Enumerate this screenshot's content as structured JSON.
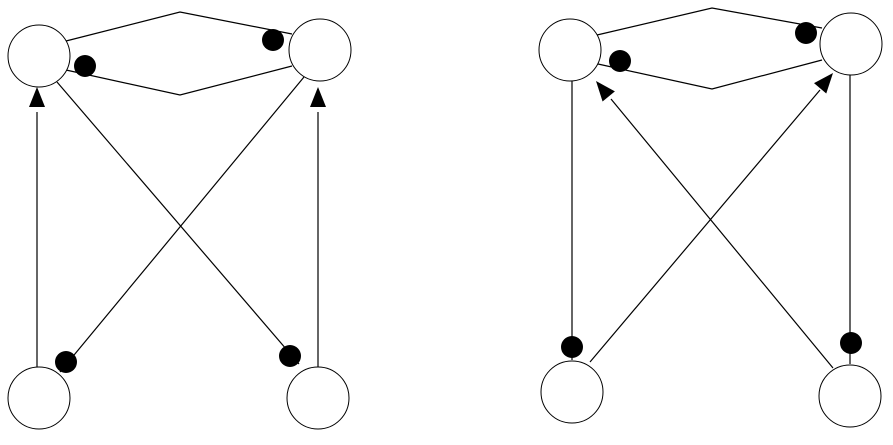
{
  "diagrams": [
    {
      "id": "left-network",
      "nodes": [
        {
          "id": "top-left"
        },
        {
          "id": "top-right"
        },
        {
          "id": "bottom-left"
        },
        {
          "id": "bottom-right"
        }
      ],
      "edges": [
        {
          "id": "upper-arc",
          "from": "top-left",
          "to": "top-right",
          "terminal": "dot"
        },
        {
          "id": "lower-arc",
          "from": "top-right",
          "to": "top-left",
          "terminal": "dot"
        },
        {
          "id": "left-vertical",
          "from": "bottom-left",
          "to": "top-left",
          "terminal": "arrow"
        },
        {
          "id": "right-vertical",
          "from": "bottom-right",
          "to": "top-right",
          "terminal": "arrow"
        },
        {
          "id": "cross-down-right",
          "from": "top-left",
          "to": "bottom-right",
          "terminal": "dot"
        },
        {
          "id": "cross-down-left",
          "from": "top-right",
          "to": "bottom-left",
          "terminal": "dot"
        }
      ]
    },
    {
      "id": "right-network",
      "nodes": [
        {
          "id": "top-left"
        },
        {
          "id": "top-right"
        },
        {
          "id": "bottom-left"
        },
        {
          "id": "bottom-right"
        }
      ],
      "edges": [
        {
          "id": "upper-arc",
          "from": "top-left",
          "to": "top-right",
          "terminal": "dot"
        },
        {
          "id": "lower-arc",
          "from": "top-right",
          "to": "top-left",
          "terminal": "dot"
        },
        {
          "id": "left-vertical",
          "from": "top-left",
          "to": "bottom-left",
          "terminal": "dot"
        },
        {
          "id": "right-vertical",
          "from": "top-right",
          "to": "bottom-right",
          "terminal": "dot"
        },
        {
          "id": "cross-up-left",
          "from": "bottom-right",
          "to": "top-left",
          "terminal": "arrow"
        },
        {
          "id": "cross-up-right",
          "from": "bottom-left",
          "to": "top-right",
          "terminal": "arrow"
        }
      ]
    }
  ],
  "colors": {
    "stroke": "#000000",
    "node_fill": "#ffffff",
    "marker": "#000000"
  }
}
